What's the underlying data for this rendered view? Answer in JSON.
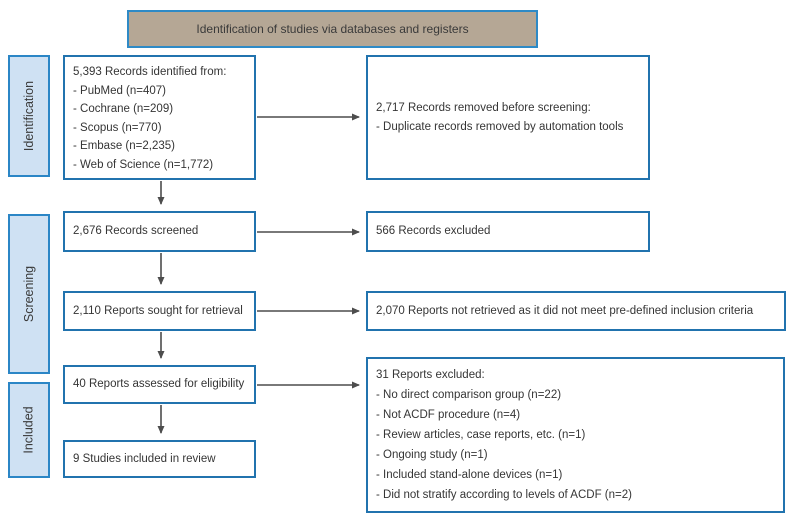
{
  "header": {
    "title": "Identification of studies via databases and registers"
  },
  "stages": {
    "identification": "Identification",
    "screening": "Screening",
    "included": "Included"
  },
  "boxes": {
    "records_identified": {
      "lines": [
        "5,393 Records identified from:",
        "- PubMed (n=407)",
        "- Cochrane (n=209)",
        "- Scopus (n=770)",
        "- Embase (n=2,235)",
        "- Web of Science (n=1,772)"
      ]
    },
    "records_removed": {
      "lines": [
        "2,717 Records removed before screening:",
        "- Duplicate records removed by automation tools"
      ]
    },
    "records_screened": {
      "lines": [
        "2,676 Records screened"
      ]
    },
    "records_excluded": {
      "lines": [
        "566 Records excluded"
      ]
    },
    "reports_sought": {
      "lines": [
        "2,110 Reports sought for retrieval"
      ]
    },
    "reports_not_retrieved": {
      "lines": [
        "2,070 Reports not retrieved as it did not meet pre-defined inclusion criteria"
      ]
    },
    "reports_assessed": {
      "lines": [
        "40 Reports assessed for eligibility"
      ]
    },
    "reports_excluded": {
      "lines": [
        "31 Reports excluded:",
        "- No direct comparison group (n=22)",
        "- Not ACDF procedure (n=4)",
        "- Review articles, case reports, etc. (n=1)",
        "- Ongoing study (n=1)",
        "- Included stand-alone devices (n=1)",
        "- Did not stratify according to levels of ACDF (n=2)"
      ]
    },
    "studies_included": {
      "lines": [
        "9 Studies included in review"
      ]
    }
  },
  "colors": {
    "box_border_blue": "#2173ae",
    "stage_fill_blue": "#cfe1f3",
    "stage_border_blue": "#2b86c6",
    "header_fill_tan": "#b5a795",
    "header_border_blue": "#2e8ac6",
    "arrow_gray": "#4d4d4d",
    "text": "#353535",
    "background": "#ffffff"
  }
}
